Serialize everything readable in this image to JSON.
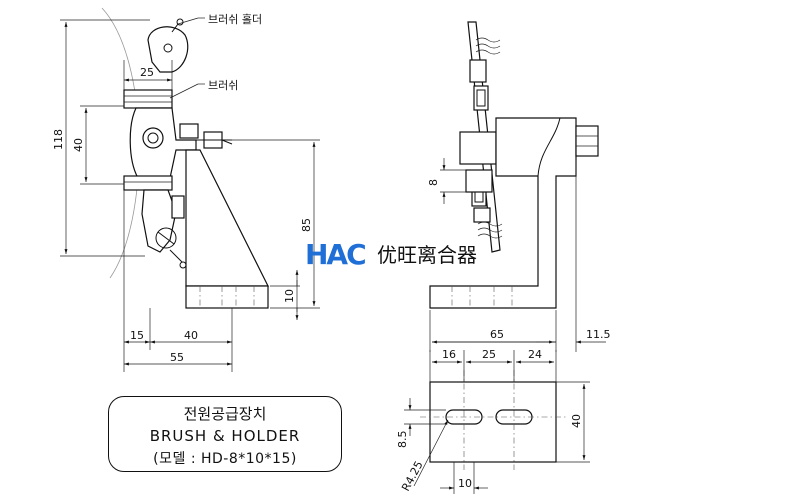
{
  "labels": {
    "brush_holder": "브러쉬 홀더",
    "brush": "브러쉬"
  },
  "dimensions": {
    "d25_top": "25",
    "d118": "118",
    "d40_left": "40",
    "d85": "85",
    "d10_base": "10",
    "d15": "15",
    "d40_bottom": "40",
    "d55": "55",
    "d8": "8",
    "d65": "65",
    "d11_5": "11.5",
    "d16": "16",
    "d25_plate": "25",
    "d24": "24",
    "d40_plate": "40",
    "d8_5": "8.5",
    "r4_25": "R4.25",
    "d10_plate": "10"
  },
  "title_block": {
    "line1": "전원공급장치",
    "line2": "BRUSH & HOLDER",
    "line3": "(모델 : HD-8*10*15)"
  },
  "logo": {
    "mark": "HAC",
    "company": "优旺离合器",
    "color": "#1f6fd6"
  }
}
